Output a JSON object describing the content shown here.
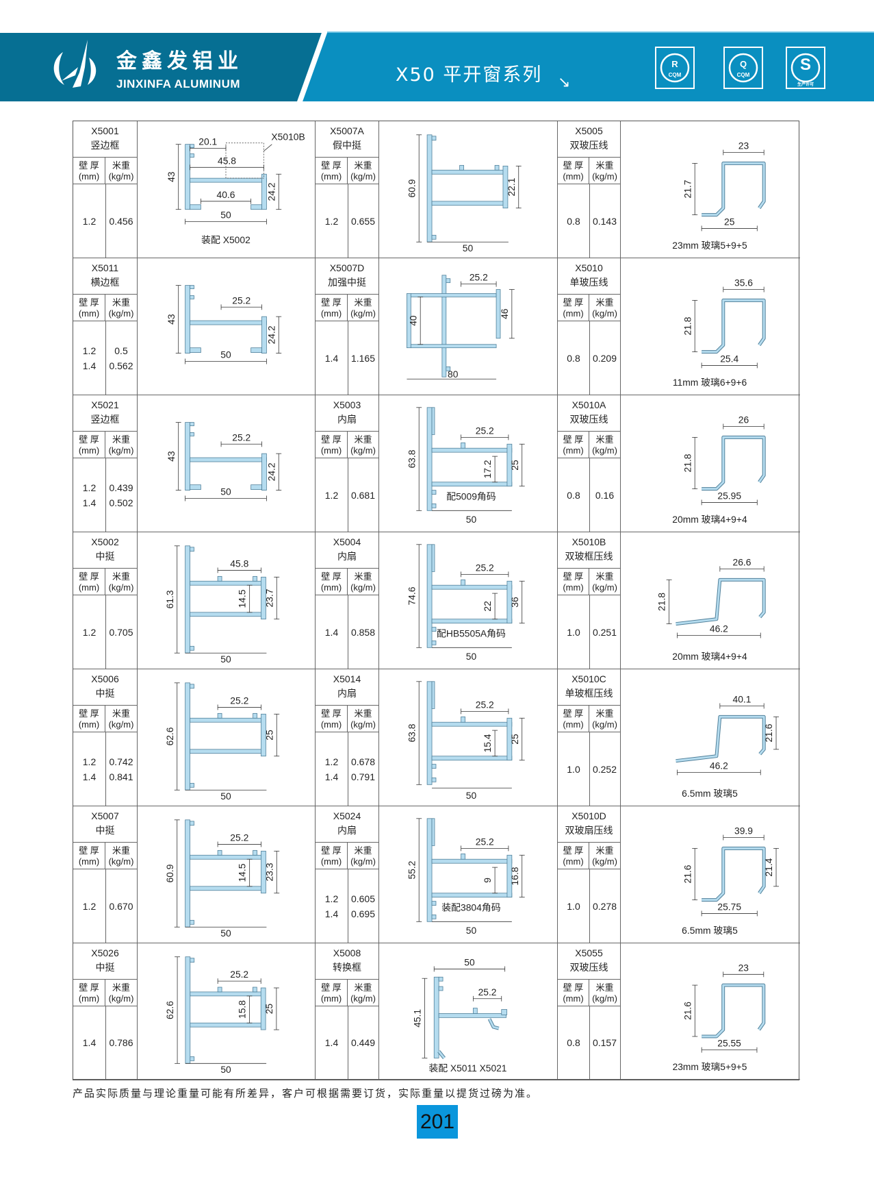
{
  "header": {
    "brand_cn": "金鑫发铝业",
    "brand_en": "JINXINFA ALUMINUM",
    "series_title": "X50 平开窗系列",
    "arrow_icon": "↘",
    "certs": [
      {
        "icon": "cqm-r-cert-icon",
        "text": "CQM",
        "letter": "R"
      },
      {
        "icon": "cqm-q-cert-icon",
        "text": "CQM",
        "letter": "Q"
      },
      {
        "icon": "qs-production-license-icon",
        "text": "生产许可",
        "letter": "S"
      }
    ],
    "colors": {
      "band": "#0a8fc0",
      "band_dark": "#066f93"
    }
  },
  "column_labels": {
    "thickness": "壁 厚",
    "thickness_unit": "(mm)",
    "weight": "米重",
    "weight_unit": "(kg/m)"
  },
  "rows": [
    [
      {
        "code": "X5001",
        "name": "竖边框",
        "thickness": [
          "1.2"
        ],
        "weight": [
          "0.456"
        ],
        "shape": "frame",
        "dims": {
          "top": "20.1",
          "top2": "45.8",
          "inner": "40.6",
          "left": "43",
          "right": "24.2",
          "bottom": "50",
          "callout": "X5010B",
          "note": "装配 X5002"
        }
      },
      {
        "code": "X5007A",
        "name": "假中挺",
        "thickness": [
          "1.2"
        ],
        "weight": [
          "0.655"
        ],
        "shape": "mullion",
        "dims": {
          "left": "60.9",
          "right": "22.1",
          "bottom": "50"
        }
      },
      {
        "code": "X5005",
        "name": "双玻压线",
        "thickness": [
          "0.8"
        ],
        "weight": [
          "0.143"
        ],
        "shape": "bead",
        "dims": {
          "top": "23",
          "left": "21.7",
          "bottom": "25",
          "note": "23mm  玻璃5+9+5"
        }
      }
    ],
    [
      {
        "code": "X5011",
        "name": "横边框",
        "thickness": [
          "1.2",
          "1.4"
        ],
        "weight": [
          "0.5",
          "0.562"
        ],
        "shape": "frame",
        "dims": {
          "top": "25.2",
          "left": "43",
          "right": "24.2",
          "bottom": "50"
        }
      },
      {
        "code": "X5007D",
        "name": "加强中挺",
        "thickness": [
          "1.4"
        ],
        "weight": [
          "1.165"
        ],
        "shape": "box",
        "dims": {
          "top": "25.2",
          "left": "40",
          "right": "46",
          "bottom": "80"
        }
      },
      {
        "code": "X5010",
        "name": "单玻压线",
        "thickness": [
          "0.8"
        ],
        "weight": [
          "0.209"
        ],
        "shape": "bead",
        "dims": {
          "top": "35.6",
          "left": "21.8",
          "bottom": "25.4",
          "note": "11mm  玻璃6+9+6"
        }
      }
    ],
    [
      {
        "code": "X5021",
        "name": "竖边框",
        "thickness": [
          "1.2",
          "1.4"
        ],
        "weight": [
          "0.439",
          "0.502"
        ],
        "shape": "frame",
        "dims": {
          "top": "25.2",
          "left": "43",
          "right": "24.2",
          "bottom": "50"
        }
      },
      {
        "code": "X5003",
        "name": "内扇",
        "thickness": [
          "1.2"
        ],
        "weight": [
          "0.681"
        ],
        "shape": "sash",
        "dims": {
          "top": "25.2",
          "left": "63.8",
          "inner": "17.2",
          "right": "25",
          "bottom": "50",
          "note": "配5009角码"
        }
      },
      {
        "code": "X5010A",
        "name": "双玻压线",
        "thickness": [
          "0.8"
        ],
        "weight": [
          "0.16"
        ],
        "shape": "bead",
        "dims": {
          "top": "26",
          "left": "21.8",
          "bottom": "25.95",
          "note": "20mm  玻璃4+9+4"
        }
      }
    ],
    [
      {
        "code": "X5002",
        "name": "中挺",
        "thickness": [
          "1.2"
        ],
        "weight": [
          "0.705"
        ],
        "shape": "mullion",
        "dims": {
          "top": "45.8",
          "left": "61.3",
          "inner": "14.5",
          "right": "23.7",
          "bottom": "50"
        }
      },
      {
        "code": "X5004",
        "name": "内扇",
        "thickness": [
          "1.4"
        ],
        "weight": [
          "0.858"
        ],
        "shape": "sash",
        "dims": {
          "top": "25.2",
          "left": "74.6",
          "inner": "22",
          "right": "36",
          "bottom": "50",
          "note": "配HB5505A角码"
        }
      },
      {
        "code": "X5010B",
        "name": "双玻框压线",
        "thickness": [
          "1.0"
        ],
        "weight": [
          "0.251"
        ],
        "shape": "bead-step",
        "dims": {
          "top": "26.6",
          "left": "21.8",
          "bottom": "46.2",
          "note": "20mm  玻璃4+9+4"
        }
      }
    ],
    [
      {
        "code": "X5006",
        "name": "中挺",
        "thickness": [
          "1.2",
          "1.4"
        ],
        "weight": [
          "0.742",
          "0.841"
        ],
        "shape": "mullion",
        "dims": {
          "top": "25.2",
          "left": "62.6",
          "right": "25",
          "bottom": "50"
        }
      },
      {
        "code": "X5014",
        "name": "内扇",
        "thickness": [
          "1.2",
          "1.4"
        ],
        "weight": [
          "0.678",
          "0.791"
        ],
        "shape": "sash",
        "dims": {
          "top": "25.2",
          "left": "63.8",
          "inner": "15.4",
          "right": "25",
          "bottom": "50"
        }
      },
      {
        "code": "X5010C",
        "name": "单玻框压线",
        "thickness": [
          "1.0"
        ],
        "weight": [
          "0.252"
        ],
        "shape": "bead-step",
        "dims": {
          "top": "40.1",
          "right": "21.6",
          "bottom": "46.2",
          "note": "6.5mm  玻璃5"
        }
      }
    ],
    [
      {
        "code": "X5007",
        "name": "中挺",
        "thickness": [
          "1.2"
        ],
        "weight": [
          "0.670"
        ],
        "shape": "mullion",
        "dims": {
          "top": "25.2",
          "left": "60.9",
          "inner": "14.5",
          "right": "23.3",
          "bottom": "50"
        }
      },
      {
        "code": "X5024",
        "name": "内扇",
        "thickness": [
          "1.2",
          "1.4"
        ],
        "weight": [
          "0.605",
          "0.695"
        ],
        "shape": "sash",
        "dims": {
          "top": "25.2",
          "left": "55.2",
          "inner": "9",
          "right": "16.8",
          "bottom": "50",
          "note": "装配3804角码"
        }
      },
      {
        "code": "X5010D",
        "name": "双玻扇压线",
        "thickness": [
          "1.0"
        ],
        "weight": [
          "0.278"
        ],
        "shape": "bead",
        "dims": {
          "top": "39.9",
          "left": "21.6",
          "right": "21.4",
          "bottom": "25.75",
          "note": "6.5mm  玻璃5"
        }
      }
    ],
    [
      {
        "code": "X5026",
        "name": "中挺",
        "thickness": [
          "1.4"
        ],
        "weight": [
          "0.786"
        ],
        "shape": "mullion",
        "dims": {
          "top": "25.2",
          "left": "62.6",
          "inner": "15.8",
          "right": "25",
          "bottom": "50"
        }
      },
      {
        "code": "X5008",
        "name": "转换框",
        "thickness": [
          "1.4"
        ],
        "weight": [
          "0.449"
        ],
        "shape": "tee",
        "dims": {
          "top2": "50",
          "top": "25.2",
          "left": "45.1",
          "note": "装配 X5011 X5021"
        }
      },
      {
        "code": "X5055",
        "name": "双玻压线",
        "thickness": [
          "0.8"
        ],
        "weight": [
          "0.157"
        ],
        "shape": "bead",
        "dims": {
          "top": "23",
          "left": "21.6",
          "bottom": "25.55",
          "note": "23mm  玻璃5+9+5"
        }
      }
    ]
  ],
  "footer_note": "产品实际质量与理论重量可能有所差异，客户可根据需要订货，实际重量以提货过磅为准。",
  "page_number": "201",
  "colors": {
    "profile_fill": "#b5dcef",
    "profile_stroke": "#4f7f99",
    "page_badge": "#0a96dc"
  }
}
